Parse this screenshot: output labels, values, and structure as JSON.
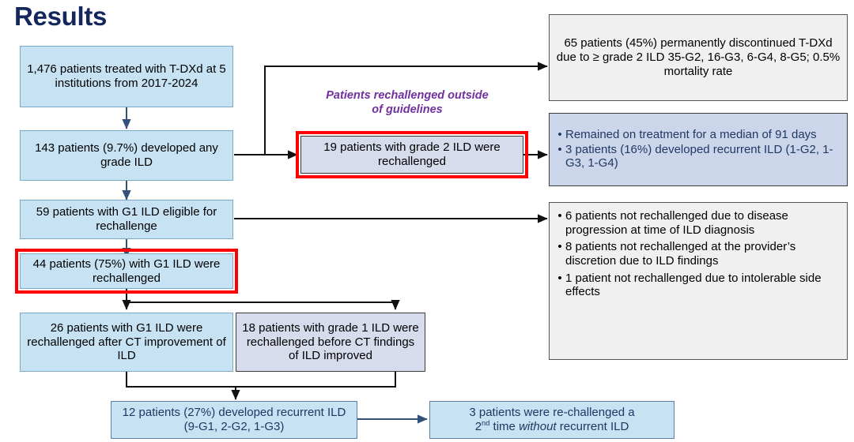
{
  "title": "Results",
  "annotation": {
    "line1": "Patients rechallenged outside",
    "line2": "of guidelines",
    "color": "#7030a0"
  },
  "colors": {
    "light_blue_fill": "#c6e2f3",
    "lavender_fill": "#d7dcec",
    "gray_fill": "#f0f0f0",
    "blue_gray_fill": "#ccd6ea",
    "highlight_red": "#ff0000",
    "title_navy": "#13275c",
    "connector_navy": "#33507a",
    "connector_black": "#000000"
  },
  "nodes": {
    "cohort": {
      "text": "1,476 patients treated with T-DXd at 5 institutions from 2017-2024"
    },
    "any_ild": {
      "text": "143 patients (9.7%) developed any grade ILD"
    },
    "g1_eligible": {
      "text": "59 patients with G1 ILD eligible for rechallenge"
    },
    "g1_rechallenged": {
      "text": "44 patients (75%) with G1 ILD were rechallenged"
    },
    "g1_after_ct": {
      "text": "26 patients with G1 ILD were rechallenged after CT improvement of ILD"
    },
    "g1_before_ct": {
      "text": "18 patients with grade 1 ILD were rechallenged before CT findings of ILD improved"
    },
    "recurrent_ild": {
      "text": "12 patients (27%) developed recurrent ILD (9-G1, 2-G2, 1-G3)"
    },
    "second_rechallenge": {
      "line1": "3 patients were re-challenged a",
      "line2_pre": "2",
      "line2_sup": "nd",
      "line2_mid": " time ",
      "line2_ital": "without",
      "line2_post": " recurrent ILD"
    },
    "g2_rechallenged": {
      "text": "19 patients with grade 2 ILD were rechallenged"
    },
    "discontinued": {
      "text": "65 patients (45%) permanently discontinued T-DXd due to ≥ grade 2 ILD 35-G2, 16-G3, 6-G4, 8-G5; 0.5% mortality rate"
    },
    "g2_outcomes": {
      "bullets": [
        "Remained on treatment for a median of 91 days",
        "3 patients (16%) developed recurrent ILD (1-G2, 1-G3, 1-G4)"
      ]
    },
    "not_rechallenged": {
      "bullets": [
        "6 patients not rechallenged due to disease progression at time of ILD diagnosis",
        "8 patients not rechallenged at the provider’s discretion due to ILD findings",
        "1 patient not rechallenged due to intolerable side effects"
      ]
    }
  }
}
